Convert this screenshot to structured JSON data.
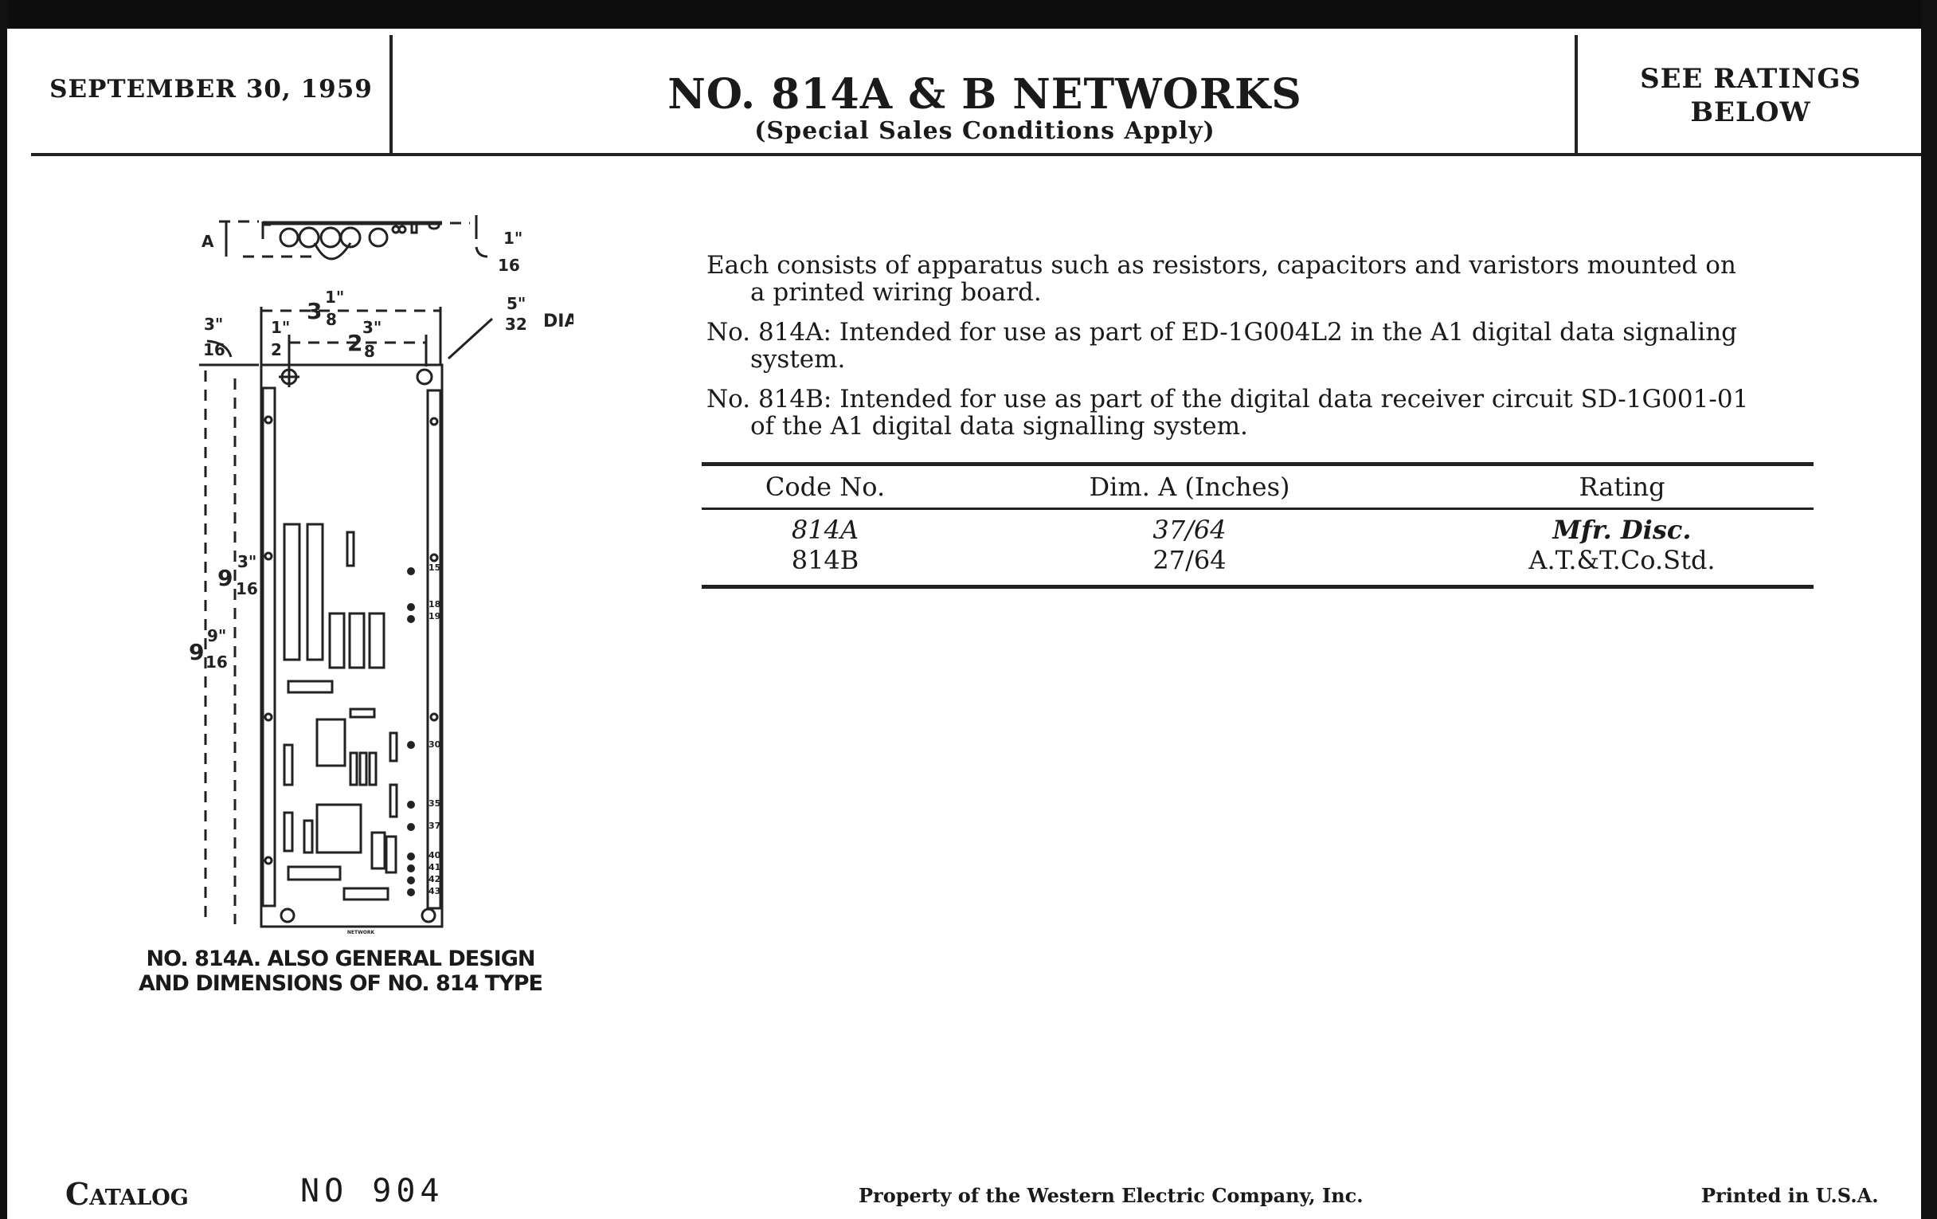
{
  "header": {
    "date": "SEPTEMBER 30, 1959",
    "title": "NO. 814A & B NETWORKS",
    "subtitle": "(Special Sales Conditions Apply)",
    "ratings_line1": "SEE RATINGS",
    "ratings_line2": "BELOW"
  },
  "description": [
    {
      "first": "Each consists of apparatus such as resistors, capacitors and varistors mounted on",
      "cont": "a printed wiring board."
    },
    {
      "first": "No. 814A: Intended for use as part of ED-1G004L2 in the A1 digital data signaling",
      "cont": "system."
    },
    {
      "first": "No. 814B: Intended for use as part of the digital data receiver circuit SD-1G001-01",
      "cont": "of the A1 digital data signalling system."
    }
  ],
  "table": {
    "headers": [
      "Code No.",
      "Dim. A (Inches)",
      "Rating"
    ],
    "rows": [
      [
        "814A",
        "37/64",
        "Mfr. Disc."
      ],
      [
        "814B",
        "27/64",
        "A.T.&T.Co.Std."
      ]
    ]
  },
  "drawing": {
    "dims": {
      "a": "A",
      "thick_num": "1\"",
      "thick_den": "16",
      "width_whole": "3",
      "width_num": "1\"",
      "width_den": "8",
      "half_num": "1\"",
      "half_den": "2",
      "span_whole": "2",
      "span_num": "3\"",
      "span_den": "8",
      "edge_num": "3\"",
      "edge_den": "16",
      "hole_num": "5\"",
      "hole_den": "32",
      "hole_dia": "DIA",
      "inner_whole": "9",
      "inner_num": "3\"",
      "inner_den": "16",
      "outer_whole": "9",
      "outer_num": "9\"",
      "outer_den": "16"
    },
    "pins": [
      "15",
      "18",
      "19",
      "30",
      "35",
      "37",
      "40",
      "41",
      "42",
      "43"
    ],
    "board_label": "NETWORK",
    "caption_line1": "NO. 814A. ALSO GENERAL DESIGN",
    "caption_line2": "AND DIMENSIONS OF NO. 814 TYPE"
  },
  "footer": {
    "catalog": "Catalog",
    "catalog_no": "NO 904",
    "property": "Property of the Western Electric Company, Inc.",
    "printed": "Printed in U.S.A."
  }
}
